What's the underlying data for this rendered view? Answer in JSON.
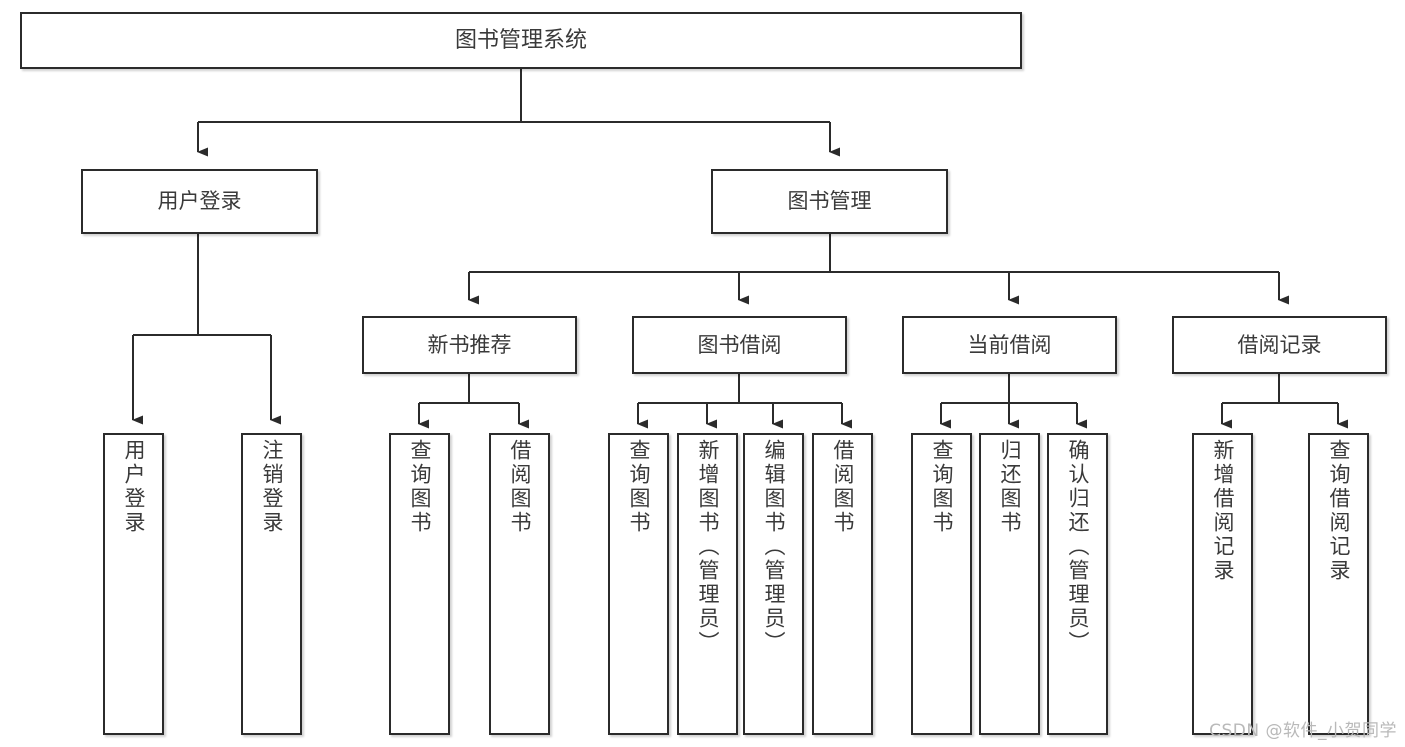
{
  "diagram": {
    "title": "图书管理系统",
    "type": "hierarchy-tree",
    "colors": {
      "background": "#ffffff",
      "box_border": "#2b2b2b",
      "box_fill": "#ffffff",
      "text": "#3a3a3a",
      "connector": "#2b2b2b",
      "watermark": "#b9b9b9"
    },
    "root": {
      "label": "图书管理系统"
    },
    "level2": [
      {
        "label": "用户登录"
      },
      {
        "label": "图书管理"
      }
    ],
    "level3": [
      {
        "label": "新书推荐"
      },
      {
        "label": "图书借阅"
      },
      {
        "label": "当前借阅"
      },
      {
        "label": "借阅记录"
      }
    ],
    "leaves": {
      "user_login": [
        {
          "label": "用户登录"
        },
        {
          "label": "注销登录"
        }
      ],
      "new_book_recommend": [
        {
          "label": "查询图书"
        },
        {
          "label": "借阅图书"
        }
      ],
      "book_borrow": [
        {
          "label": "查询图书"
        },
        {
          "label": "新增图书（管理员）"
        },
        {
          "label": "编辑图书（管理员）"
        },
        {
          "label": "借阅图书"
        }
      ],
      "current_borrow": [
        {
          "label": "查询图书"
        },
        {
          "label": "归还图书"
        },
        {
          "label": "确认归还（管理员）"
        }
      ],
      "borrow_record": [
        {
          "label": "新增借阅记录"
        },
        {
          "label": "查询借阅记录"
        }
      ]
    },
    "watermark": "CSDN @软件_小贺同学"
  }
}
